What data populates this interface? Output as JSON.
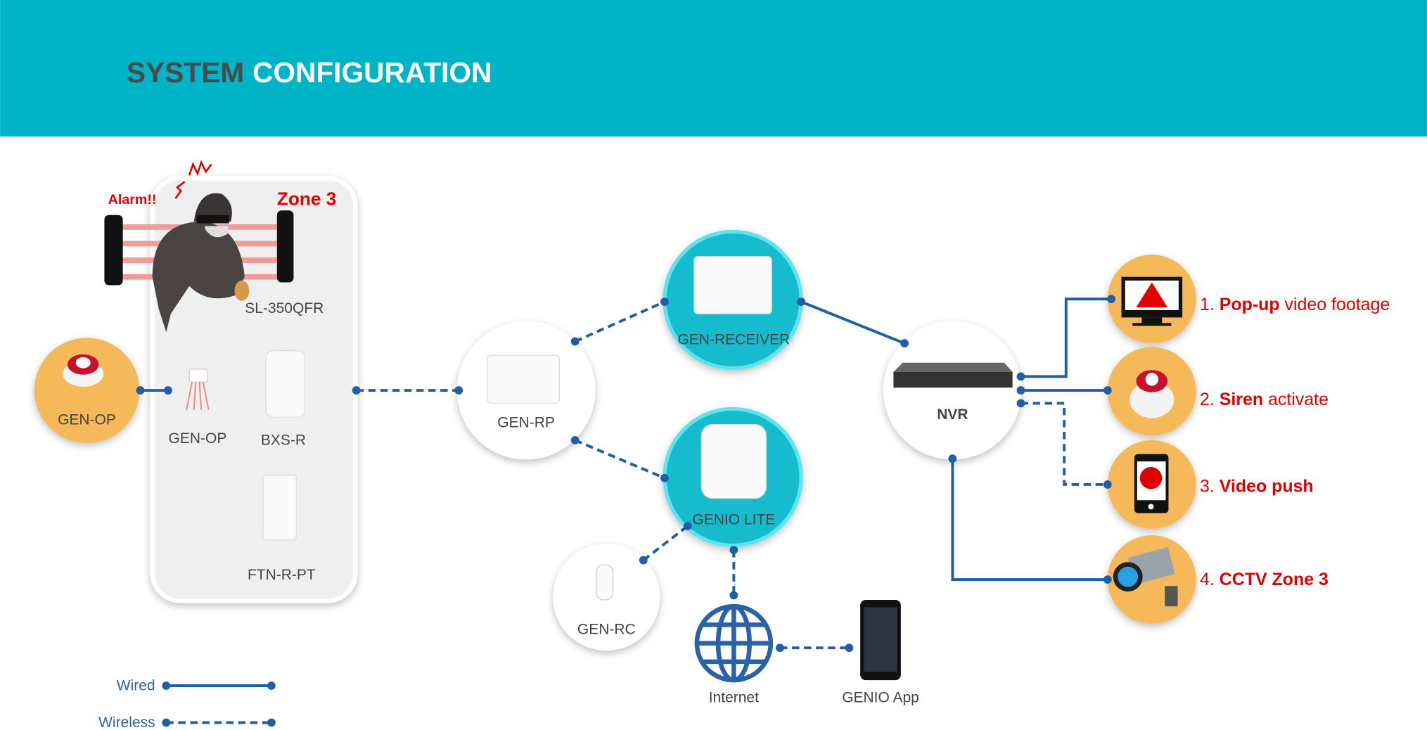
{
  "header": {
    "title_part1": "SYSTEM",
    "title_part2": "CONFIGURATION"
  },
  "zone": {
    "alarm_text": "Alarm!!",
    "zone_label": "Zone 3"
  },
  "devices": {
    "sl350": "SL-350QFR",
    "gen_op_siren": "GEN-OP",
    "gen_op_module": "GEN-OP",
    "bxs": "BXS-R",
    "ftn": "FTN-R-PT",
    "gen_rp": "GEN-RP",
    "gen_receiver": "GEN-RECEIVER",
    "genio_lite": "GENIO LITE",
    "nvr": "NVR",
    "gen_rc": "GEN-RC",
    "internet": "Internet",
    "genio_app": "GENIO App"
  },
  "outputs": [
    {
      "num": "1.",
      "bold": "Pop-up",
      "rest": " video footage"
    },
    {
      "num": "2.",
      "bold": "Siren",
      "rest": " activate"
    },
    {
      "num": "3.",
      "bold": "Video push",
      "rest": ""
    },
    {
      "num": "4.",
      "bold": "CCTV Zone 3",
      "rest": ""
    }
  ],
  "legend": {
    "wired": "Wired",
    "wireless": "Wireless"
  },
  "colors": {
    "header": "#00b4c8",
    "line": "#1f5fa8",
    "orange": "#f5b95a",
    "teal": "#17bccd",
    "red": "#e00000"
  }
}
